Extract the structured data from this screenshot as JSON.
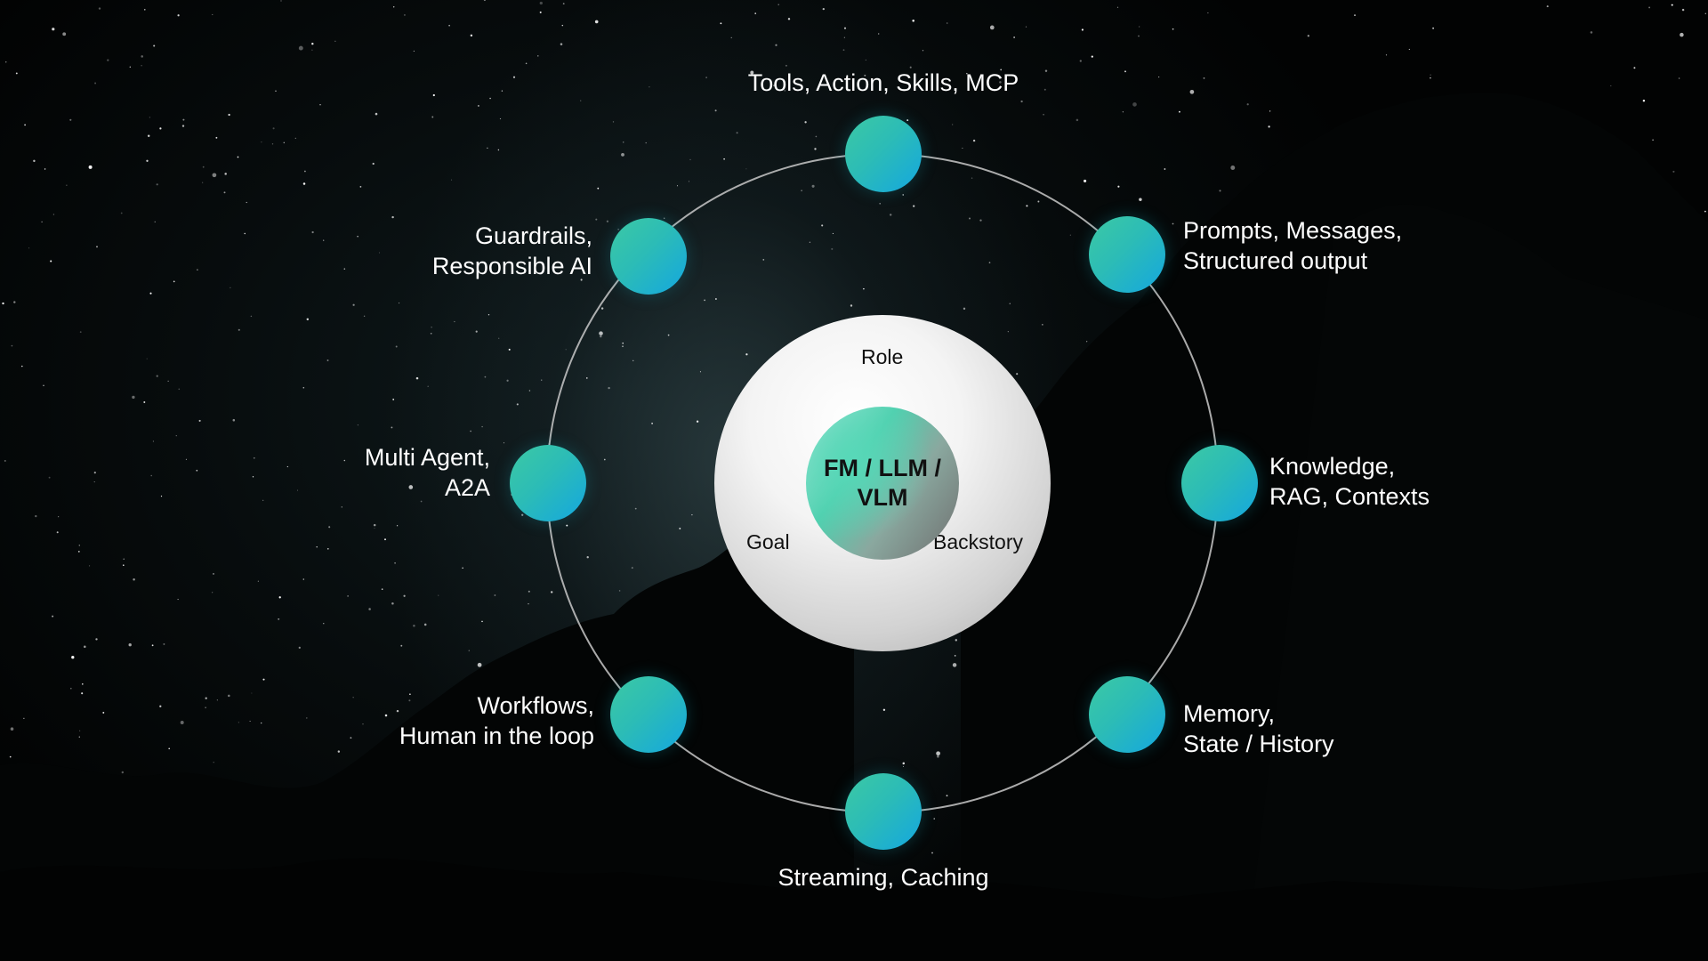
{
  "core": {
    "line1": "FM / LLM /",
    "line2": "VLM",
    "role": "Role",
    "goal": "Goal",
    "backstory": "Backstory"
  },
  "nodes": [
    {
      "lines": [
        "Tools, Action, Skills, MCP"
      ]
    },
    {
      "lines": [
        "Prompts, Messages,",
        "Structured output"
      ]
    },
    {
      "lines": [
        "Knowledge,",
        "RAG, Contexts"
      ]
    },
    {
      "lines": [
        "Memory,",
        "State / History"
      ]
    },
    {
      "lines": [
        "Streaming, Caching"
      ]
    },
    {
      "lines": [
        "Workflows,",
        "Human in the loop"
      ]
    },
    {
      "lines": [
        "Multi Agent,",
        "A2A"
      ]
    },
    {
      "lines": [
        "Guardrails,",
        "Responsible AI"
      ]
    }
  ],
  "colors": {
    "node_start": "#3cc9a4",
    "node_end": "#14a7e0",
    "ring": "#c8c8c8",
    "label": "#ffffff",
    "background": "#05090a"
  }
}
